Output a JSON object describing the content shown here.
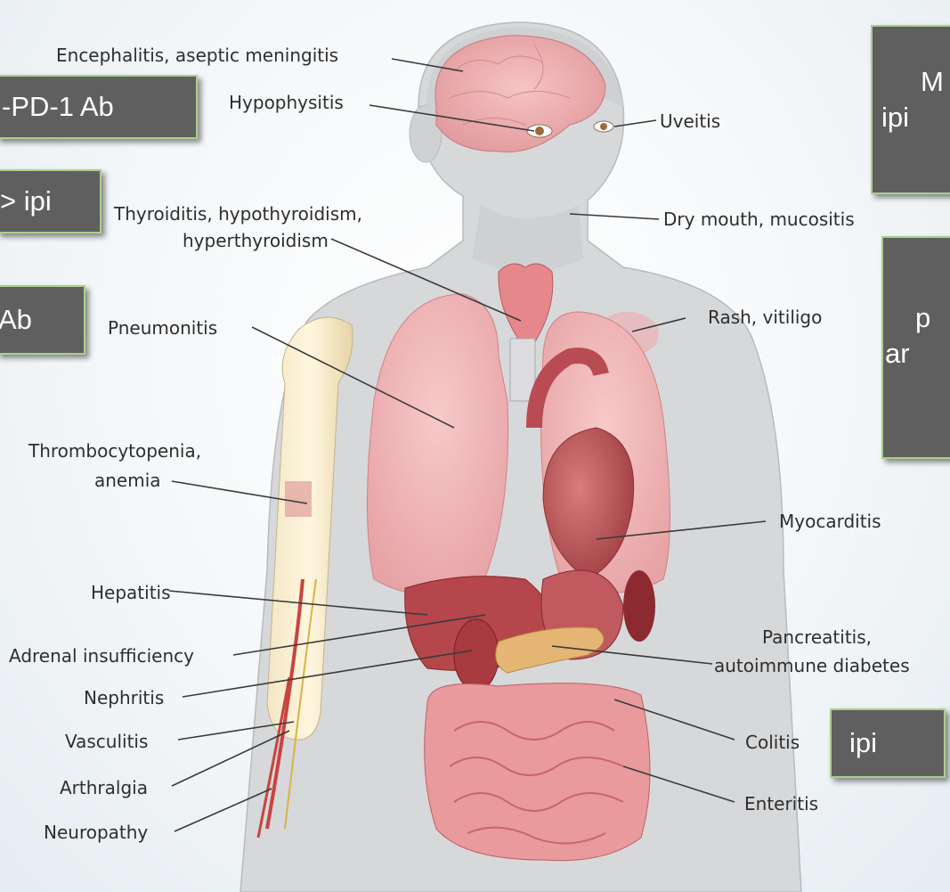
{
  "labels": {
    "encephalitis": "Encephalitis, aseptic meningitis",
    "hypophysitis": "Hypophysitis",
    "uveitis": "Uveitis",
    "thyroiditis_line1": "Thyroiditis, hypothyroidism,",
    "thyroiditis_line2": "hyperthyroidism",
    "dry_mouth": "Dry mouth, mucositis",
    "pneumonitis": "Pneumonitis",
    "rash": "Rash, vitiligo",
    "thrombocytopenia_line1": "Thrombocytopenia,",
    "thrombocytopenia_line2": "anemia",
    "myocarditis": "Myocarditis",
    "hepatitis": "Hepatitis",
    "pancreatitis_line1": "Pancreatitis,",
    "pancreatitis_line2": "autoimmune diabetes",
    "adrenal": "Adrenal insufficiency",
    "nephritis": "Nephritis",
    "vasculitis": "Vasculitis",
    "colitis": "Colitis",
    "arthralgia": "Arthralgia",
    "enteritis": "Enteritis",
    "neuropathy": "Neuropathy"
  },
  "overlay_boxes": {
    "box_pd1": "-PD-1 Ab",
    "box_gt_ipi": "> ipi",
    "box_ab": "Ab",
    "box_top_right_line1": "M",
    "box_top_right_line2": "ipi",
    "box_mid_right_line1": "p",
    "box_mid_right_line2": "ar",
    "box_ipi": "ipi"
  },
  "colors": {
    "box_fill": "#5f5f5f",
    "box_border": "#a9cf8a",
    "organ_red": "#c9555c",
    "skin": "#d9d9da"
  }
}
